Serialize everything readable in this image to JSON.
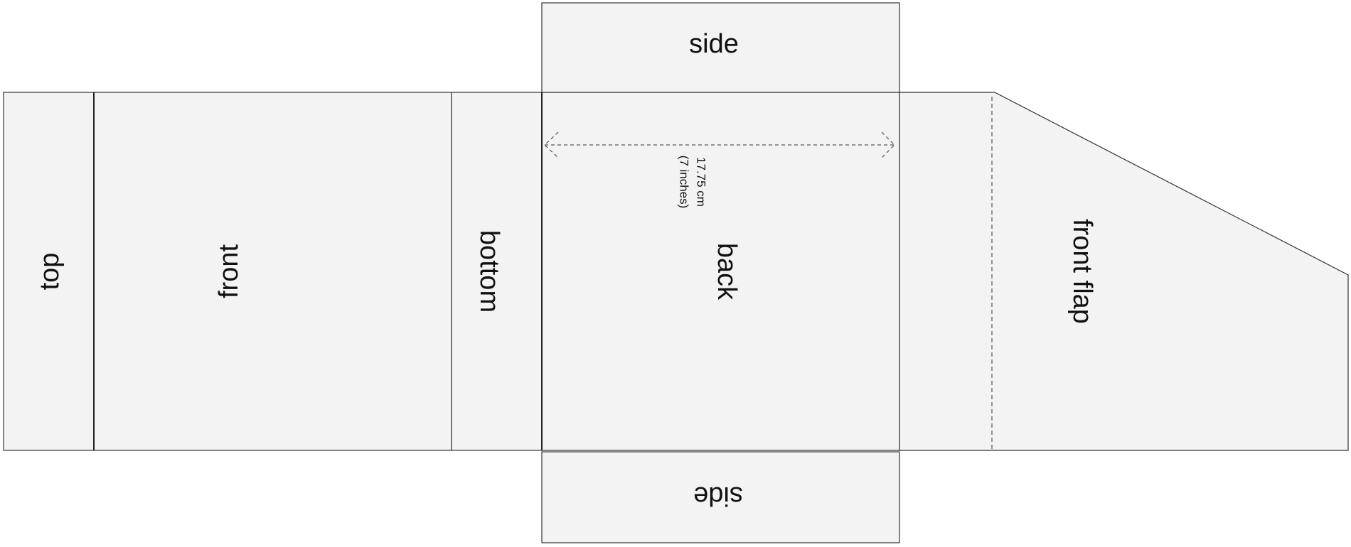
{
  "panels": {
    "top": "top",
    "front": "front",
    "bottom": "bottom",
    "back": "back",
    "side_upper": "side",
    "side_lower": "side",
    "front_flap": "front flap"
  },
  "dimension": {
    "metric": "17.75 cm",
    "imperial": "(7 inches)"
  },
  "colors": {
    "panel_fill": "#f3f3f3",
    "outline": "#333333",
    "dashed_line": "#555555"
  }
}
